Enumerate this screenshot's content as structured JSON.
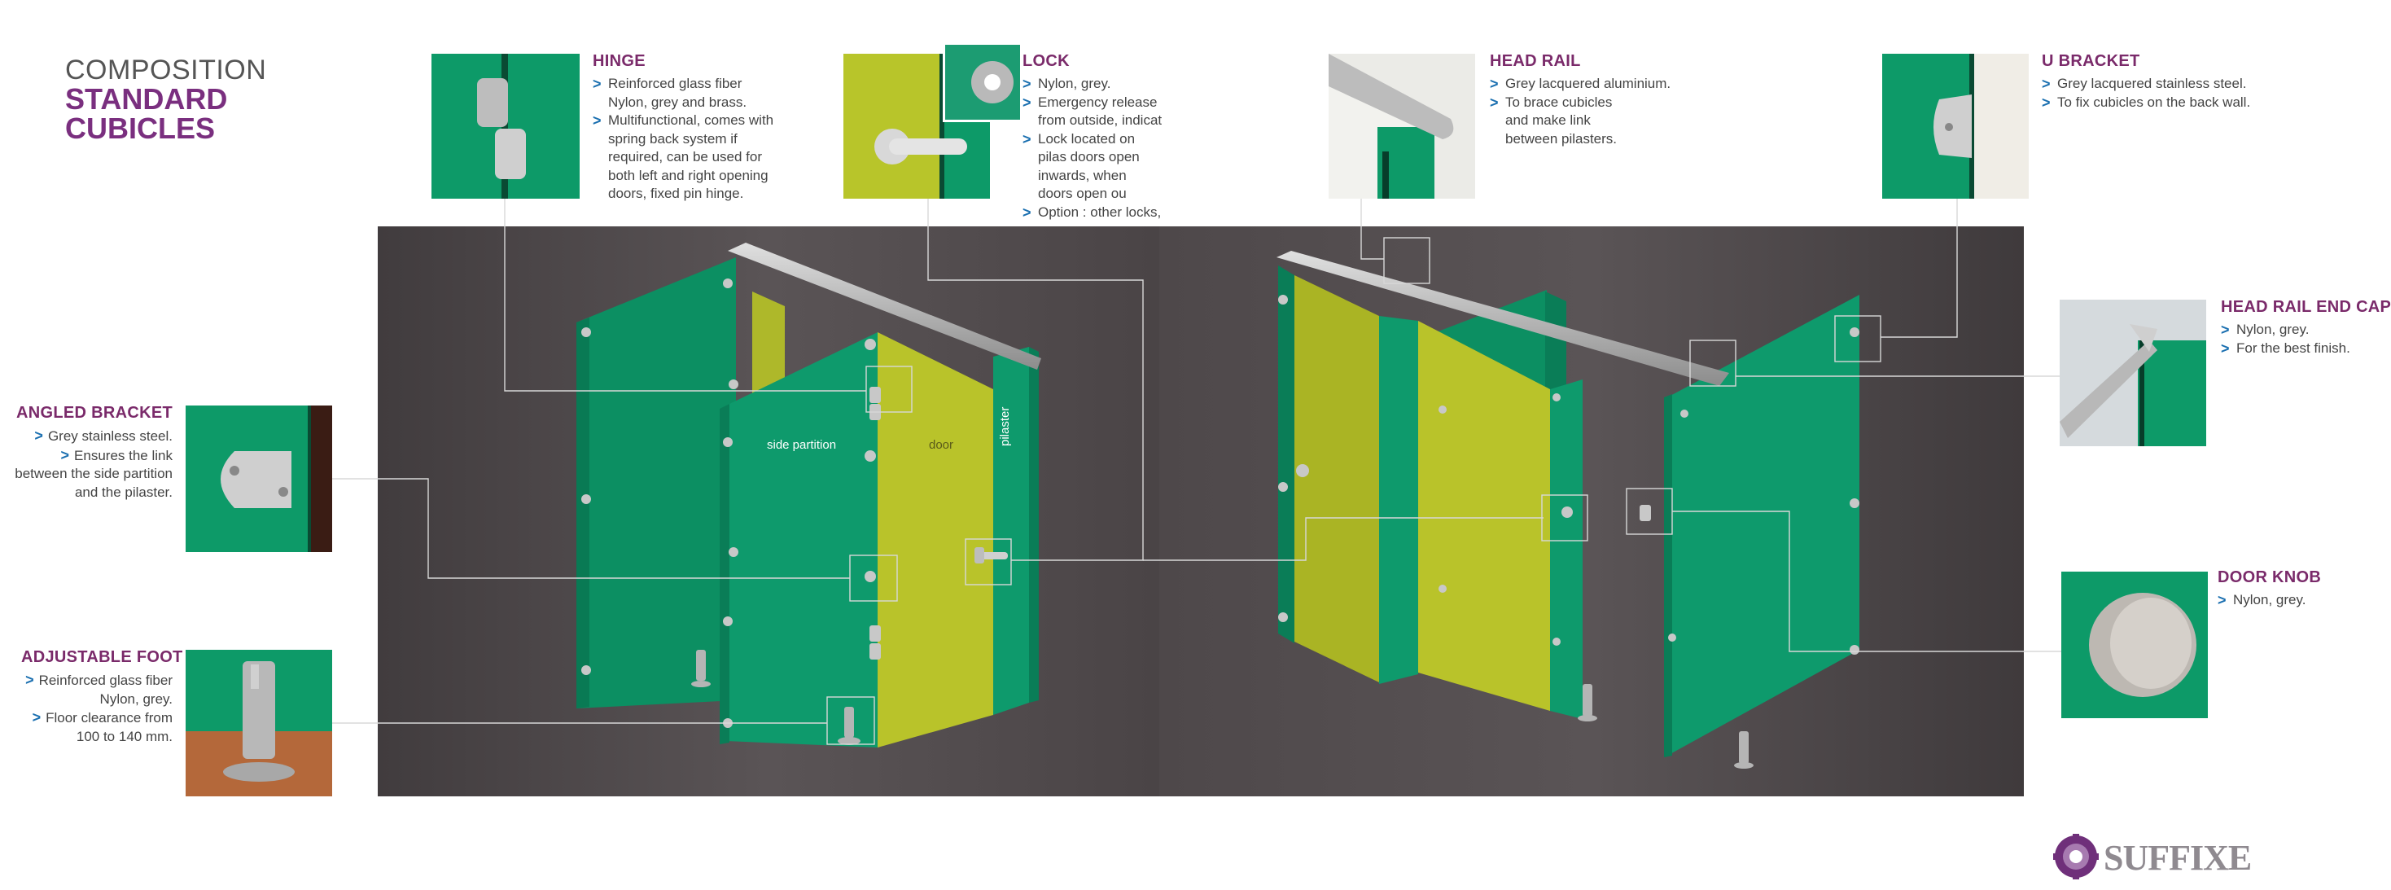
{
  "title": {
    "line1": "COMPOSITION",
    "line2": "STANDARD",
    "line3": "CUBICLES"
  },
  "callouts": {
    "hinge": {
      "heading": "HINGE",
      "items": [
        "Reinforced glass fiber Nylon, grey and brass.",
        "Multifunctional, comes with spring back system if required, can be used for both left and right opening doors, fixed pin hinge."
      ]
    },
    "lock": {
      "heading": "LOCK",
      "items": [
        "Nylon, grey.",
        "Emergency release from outside, indicat",
        "Lock located on pilas doors open inwards, when doors open ou",
        "Option : other locks,"
      ]
    },
    "head_rail": {
      "heading": "HEAD RAIL",
      "items": [
        "Grey lacquered aluminium.",
        "To brace cubicles and make link between pilasters."
      ]
    },
    "u_bracket": {
      "heading": "U BRACKET",
      "items": [
        "Grey lacquered stainless steel.",
        "To fix cubicles on the back wall."
      ]
    },
    "head_rail_end_cap": {
      "heading": "HEAD RAIL END CAP",
      "items": [
        "Nylon, grey.",
        "For the best finish."
      ]
    },
    "door_knob": {
      "heading": "DOOR KNOB",
      "items": [
        "Nylon, grey."
      ]
    },
    "angled_bracket": {
      "heading": "ANGLED BRACKET",
      "items": [
        "Grey stainless steel.",
        "Ensures the link between the side partition and the pilaster."
      ]
    },
    "adjustable_foot": {
      "heading": "ADJUSTABLE FOOT",
      "items": [
        "Reinforced glass fiber Nylon, grey.",
        "Floor clearance from 100 to 140 mm."
      ]
    }
  },
  "scene_labels": {
    "side_partition": "side partition",
    "door": "door",
    "pilaster": "pilaster"
  },
  "brand": {
    "name": "SUFFIXE"
  },
  "colors": {
    "accent_purple": "#7a2f7f",
    "panel_green": "#0e9a6c",
    "door_yellow": "#b9c32a",
    "bullet_blue": "#1a6fb0",
    "background_grey": "#4d4749"
  },
  "icons": [
    "hinge-icon",
    "lock-icon",
    "head-rail-icon",
    "u-bracket-icon",
    "end-cap-icon",
    "door-knob-icon",
    "angled-bracket-icon",
    "adjustable-foot-icon",
    "brand-logo-icon"
  ]
}
